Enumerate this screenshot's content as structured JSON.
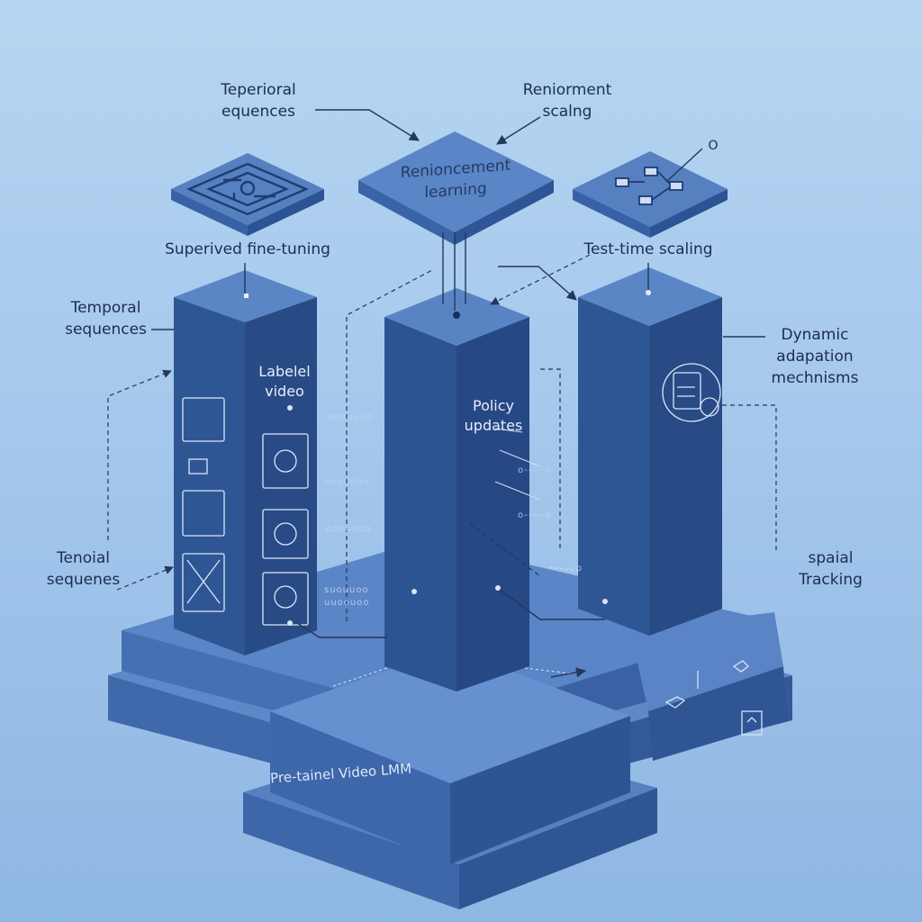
{
  "diagram": {
    "labels": {
      "top_left_annotation": "Teperioral\nequences",
      "top_right_annotation": "Reniorment\nscalng",
      "center_block": "Renioncement\nlearning",
      "left_block_caption": "Superived fine-tuning",
      "right_block_caption": "Test-time scaling",
      "left_side_upper": "Temporal\nsequences",
      "left_side_lower": "Tenoial\nsequenes",
      "right_side_upper": "Dynamic\nadapation\nmechnisms",
      "right_side_lower": "spaial\nTracking",
      "left_column": "Labelel\nvideo",
      "center_column": "Policy\nupdates",
      "base": "Pre-tainel Video LMM",
      "right_block_marker": "O"
    },
    "micro_text": [
      "ooouuoo",
      "oouuoou",
      "oouuooo",
      "suouuoo",
      "uuoouoo",
      "o-----o",
      "o-----o",
      "------o"
    ],
    "colors": {
      "background_top": "#b6d5f1",
      "background_bottom": "#8fb7e4",
      "column_front": "#2f5694",
      "column_side": "#274a83",
      "column_top": "#5b86c6",
      "platform_top": "#5e88c8",
      "platform_front": "#3d66a8",
      "text_dark": "#1c2d4e",
      "line": "#22375c"
    }
  }
}
